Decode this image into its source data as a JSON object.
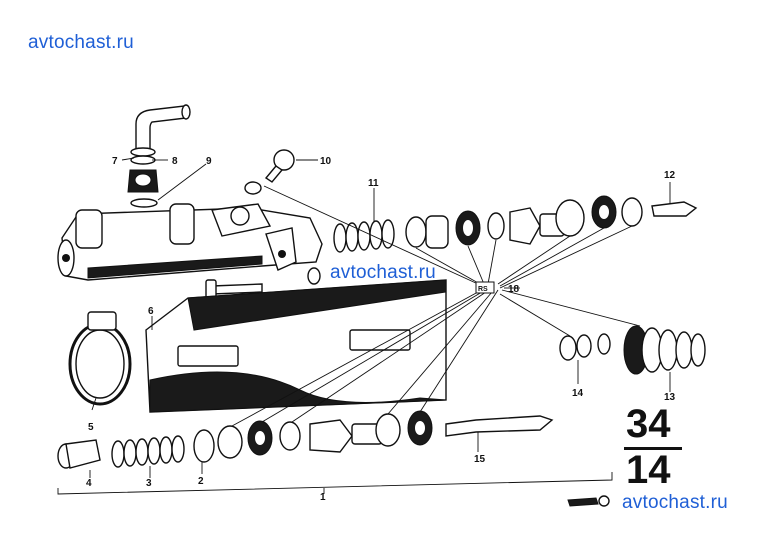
{
  "watermark": {
    "text": "avtochast.ru",
    "color": "#1f5fd6"
  },
  "figure": {
    "number_top": "34",
    "number_bottom": "14"
  },
  "callouts": {
    "c1": "1",
    "c2": "2",
    "c3": "3",
    "c4": "4",
    "c5": "5",
    "c6": "6",
    "c7": "7",
    "c8": "8",
    "c9": "9",
    "c10": "10",
    "c11": "11",
    "c12": "12",
    "c13": "13",
    "c14": "14",
    "c15": "15",
    "c18": "18",
    "kit_badge": "RS"
  }
}
